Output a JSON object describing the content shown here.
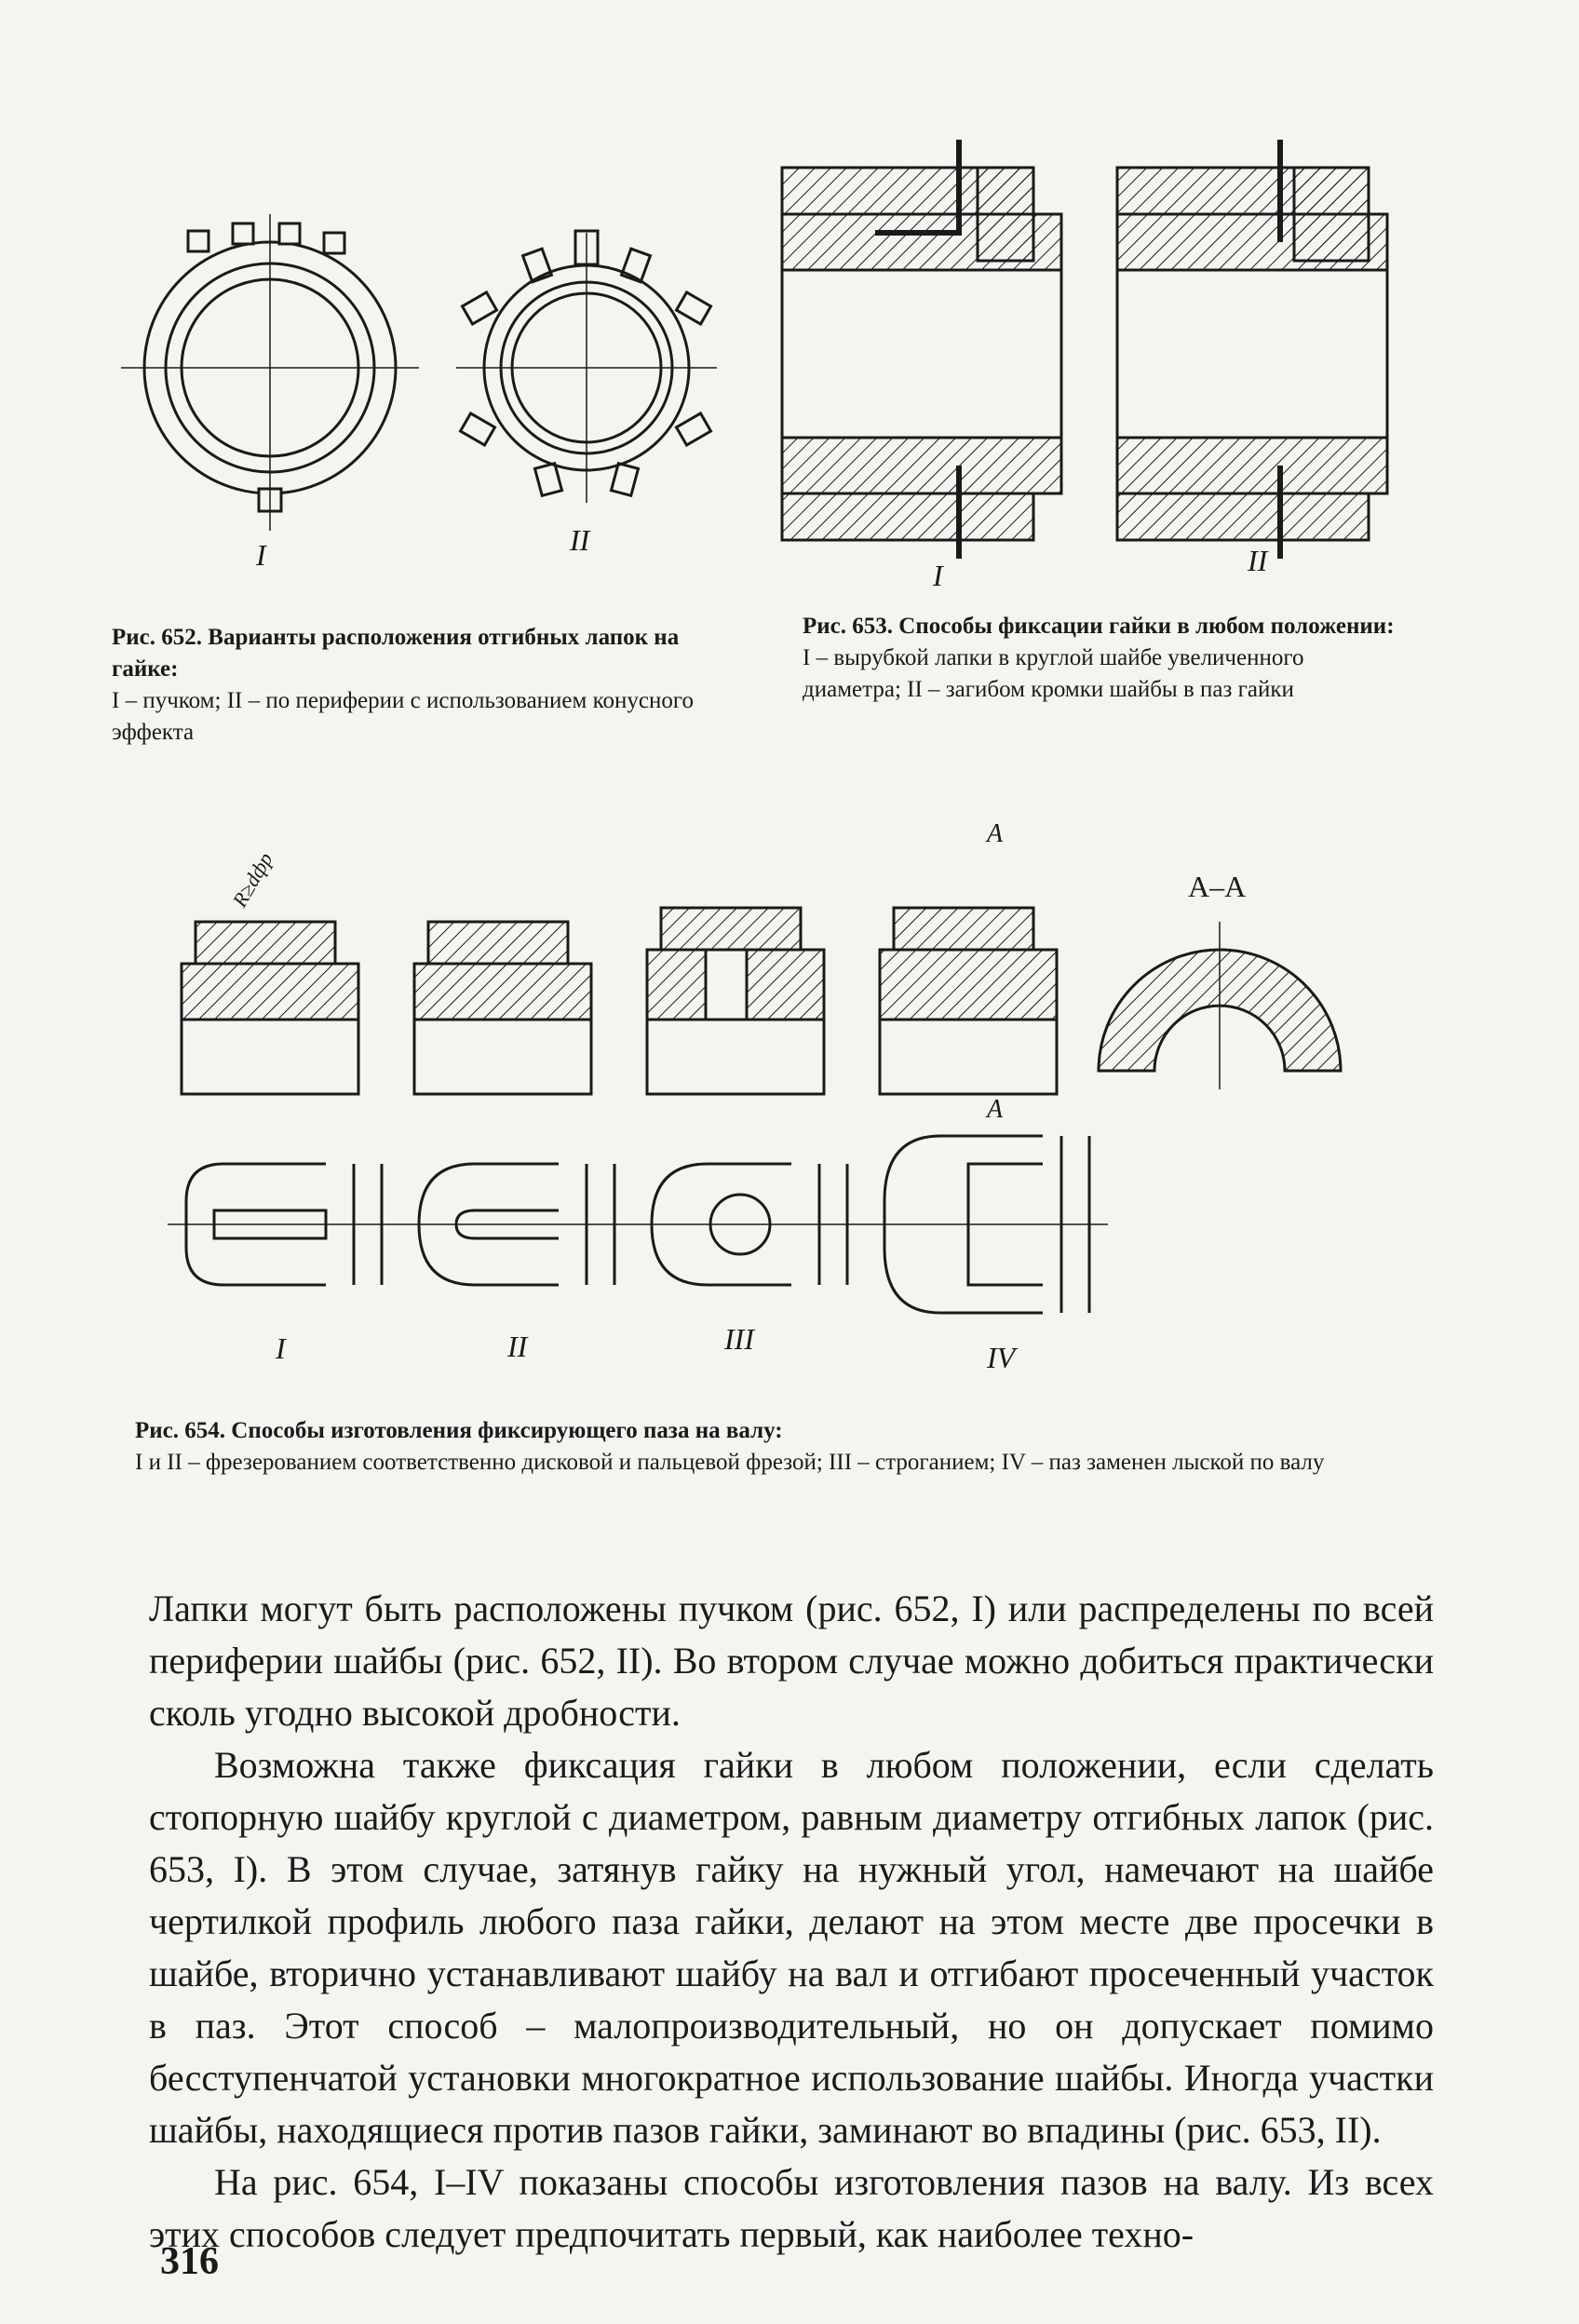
{
  "figures": {
    "fig652": {
      "labels": [
        "I",
        "II"
      ],
      "caption_title": "Рис. 652. Варианты расположения отгибных лапок на гайке:",
      "caption_body": "I – пучком; II – по периферии с использованием конусного эффекта"
    },
    "fig653": {
      "labels": [
        "I",
        "II"
      ],
      "caption_title": "Рис. 653. Способы фиксации гайки в любом положении:",
      "caption_body": "I – вырубкой лапки в круглой шайбе увеличенного диаметра; II – загибом кромки шайбы в паз гайки"
    },
    "fig654": {
      "labels": [
        "I",
        "II",
        "III",
        "IV"
      ],
      "section_label": "A–A",
      "arrow_label": "A",
      "radius_label": "R≥dфр",
      "caption_title": "Рис. 654. Способы изготовления фиксирующего паза на валу:",
      "caption_body": "I и II – фрезерованием соответственно дисковой и пальцевой фрезой; III – строганием; IV – паз заменен лыской по валу"
    }
  },
  "body_text": [
    "Лапки могут быть расположены пучком (рис. 652, I) или распределены по всей периферии шайбы (рис. 652, II). Во втором случае можно добиться практически сколь угодно высокой дробности.",
    "Возможна также фиксация гайки в любом положении, если сделать стопорную шайбу круглой с диаметром, равным диаметру отгибных лапок (рис. 653, I). В этом случае, затянув гайку на нужный угол, намечают на шайбе чертилкой профиль любого паза гайки, делают на этом месте две просечки в шайбе, вторично устанавливают шайбу на вал и отгибают просеченный участок в паз. Этот способ – малопроизводительный, но он допускает помимо бесступенчатой установки многократное использование шайбы. Иногда участки шайбы, находящиеся против пазов гайки, заминают во впадины (рис. 653, II).",
    "На рис. 654, I–IV показаны способы изготовления пазов на валу. Из всех этих способов следует предпочитать первый, как наиболее техно-"
  ],
  "page_number": "316",
  "ink_color": "#1a1a1a"
}
